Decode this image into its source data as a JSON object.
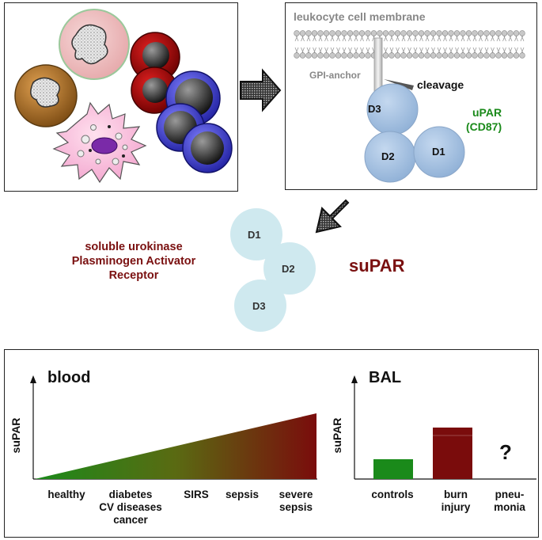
{
  "membrane_panel": {
    "membrane_label": "leukocyte cell membrane",
    "anchor_label": "GPI-anchor",
    "cleavage_label": "cleavage",
    "receptor_name": "uPAR",
    "receptor_alias": "(CD87)",
    "domains": [
      "D3",
      "D2",
      "D1"
    ]
  },
  "soluble": {
    "full_name_lines": [
      "soluble urokinase",
      "Plasminogen Activator",
      "Receptor"
    ],
    "acronym": "suPAR",
    "domains": [
      "D1",
      "D2",
      "D3"
    ]
  },
  "blood_chart": {
    "title": "blood",
    "ylabel": "suPAR",
    "categories": [
      {
        "lines": [
          "healthy"
        ]
      },
      {
        "lines": [
          "diabetes",
          "CV diseases",
          "cancer"
        ]
      },
      {
        "lines": [
          "SIRS"
        ]
      },
      {
        "lines": [
          "sepsis"
        ]
      },
      {
        "lines": [
          "severe",
          "sepsis"
        ]
      }
    ]
  },
  "chart_data": {
    "type": "bar",
    "title": "BAL",
    "ylabel": "suPAR",
    "categories": [
      "controls",
      "burn injury",
      "pneu-monia"
    ],
    "values": [
      1,
      2.6,
      null
    ],
    "unknown_marker": "?",
    "colors": [
      "#1a8a1a",
      "#7a0c0c"
    ]
  },
  "colors": {
    "accent_green": "#1a8a1a",
    "accent_red": "#7a1010",
    "domain_blue": "#a9c4e2",
    "soluble_domain": "#cfe9ef"
  }
}
